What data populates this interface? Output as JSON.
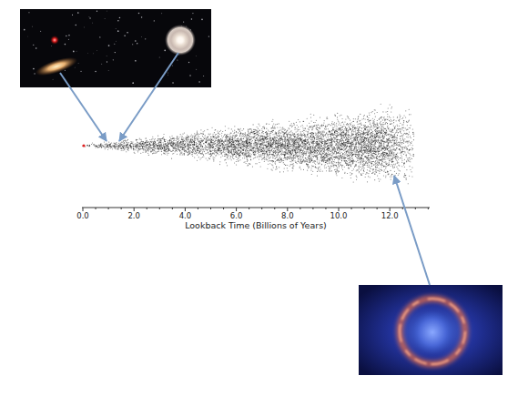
{
  "diagram": {
    "labels": [
      "0.0",
      "2.0",
      "4.0",
      "6.0",
      "8.0",
      "10.0",
      "12.0",
      "Lookback Time (Billions of Years)"
    ]
  }
}
